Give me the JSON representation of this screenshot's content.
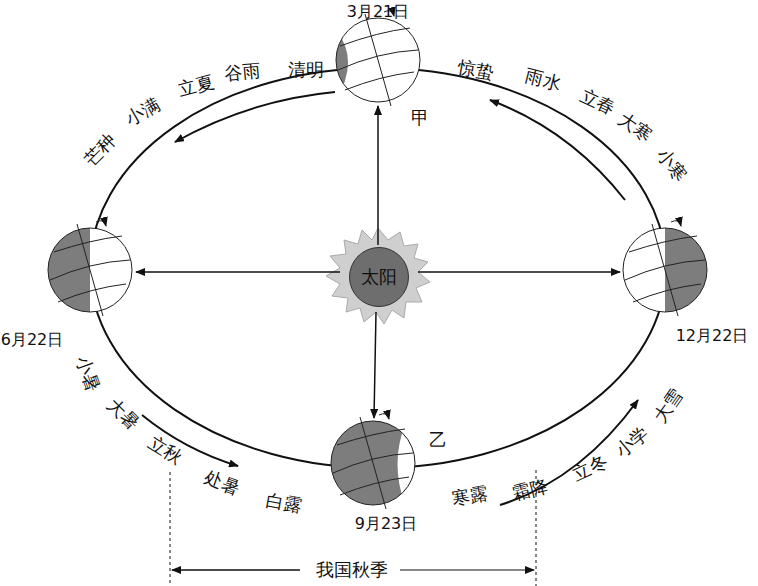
{
  "diagram": {
    "nodes": [
      {
        "text": [
          "太阳"
        ]
      }
    ],
    "labels": [
      "3月21日",
      "6月22日",
      "9月23日",
      "12月22日",
      "甲",
      "乙",
      "芒种",
      "小满",
      "立夏",
      "谷雨",
      "清明",
      "惊蛰",
      "雨水",
      "立春",
      "大寒",
      "小寒",
      "小暑",
      "大暑",
      "立秋",
      "处暑",
      "白露",
      "寒露",
      "霜降",
      "立冬",
      "小学",
      "大雪",
      "我国秋季"
    ]
  }
}
